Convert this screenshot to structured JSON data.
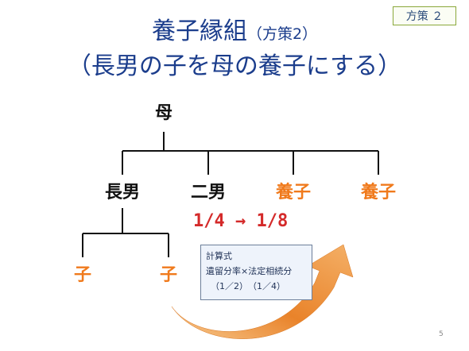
{
  "slide": {
    "badge": "方策 ２",
    "title_main": "養子縁組",
    "title_sub": "（方策2）",
    "title_line2": "（長男の子を母の養子にする）",
    "page_number": "5"
  },
  "tree": {
    "mother": "母",
    "eldest_son": "長男",
    "second_son": "二男",
    "adopted_child_1": "養子",
    "adopted_child_2": "養子",
    "grandchild_1": "子",
    "grandchild_2": "子",
    "share_change": "1/4 → 1/8"
  },
  "calc": {
    "heading": "計算式",
    "formula": "遺留分率×法定相続分",
    "values": "（1／2）　（1／4）"
  },
  "colors": {
    "title": "#1b3d8c",
    "adopted": "#f07a1c",
    "share": "#d42a2a",
    "arrow": "#e9832a"
  }
}
